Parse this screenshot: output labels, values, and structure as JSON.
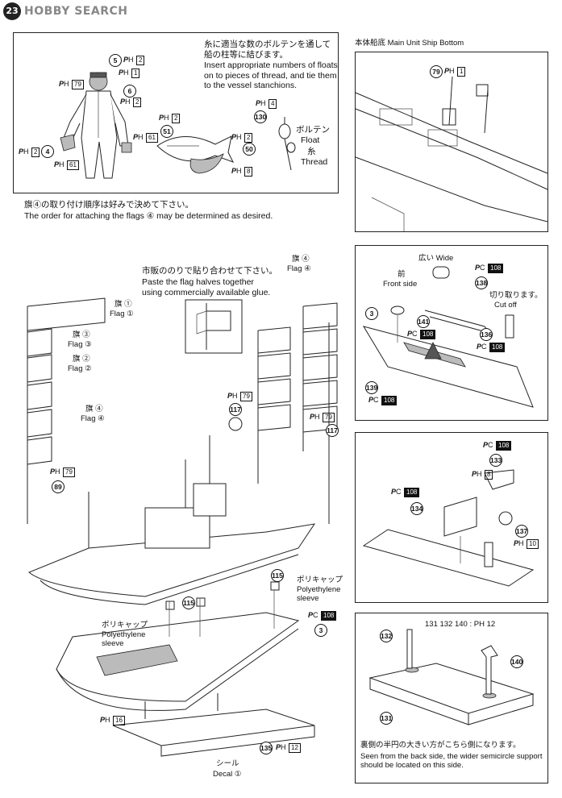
{
  "watermark": {
    "badge": "23",
    "text": "HOBBY SEARCH"
  },
  "figure_panel": {
    "note_ja": "糸に適当な数のボルテンを通して船の柱等に結びます。",
    "note_en": "Insert appropriate numbers of floats on to pieces of thread, and tie them to the vessel stanchions.",
    "float_label_ja": "ボルテン",
    "float_label_en": "Float",
    "thread_label_ja": "糸",
    "thread_label_en": "Thread",
    "parts": [
      "5",
      "6",
      "4",
      "51",
      "50",
      "130"
    ],
    "refs": [
      "PH 2",
      "PH 1",
      "PH 79",
      "PH 2",
      "PH 61",
      "PH 2",
      "PH 61",
      "PH 2",
      "PH 8",
      "PH 4",
      "PH 2"
    ]
  },
  "flag_note": {
    "ja": "旗④の取り付け順序は好みで決めて下さい。",
    "en": "The order for attaching the flags ④ may be determined as desired."
  },
  "main_assembly": {
    "glue_note_ja": "市販ののりで貼り合わせて下さい。",
    "glue_note_en": "Paste the flag halves together using commercially available glue.",
    "flag1_ja": "旗 ①",
    "flag1_en": "Flag ①",
    "flag3_ja": "旗 ③",
    "flag3_en": "Flag ③",
    "flag2_ja": "旗 ②",
    "flag2_en": "Flag ②",
    "flag4a_ja": "旗 ④",
    "flag4a_en": "Flag ④",
    "flag4b_ja": "旗 ④",
    "flag4b_en": "Flag ④",
    "polycap_a_ja": "ポリキャップ",
    "polycap_a_en": "Polyethylene sleeve",
    "polycap_b_ja": "ポリキャップ",
    "polycap_b_en": "Polyethylene sleeve",
    "decal_ja": "シール",
    "decal_en": "Decal ①",
    "parts": [
      "89",
      "117",
      "117",
      "115",
      "115",
      "3",
      "135"
    ],
    "refs": [
      "PH 79",
      "PH 79",
      "PH 79",
      "PC 108",
      "PH 16",
      "PH 12"
    ]
  },
  "right_panel_1": {
    "title_ja": "本体船底",
    "title_en": "Main Unit Ship Bottom",
    "parts": [
      "79"
    ],
    "refs": [
      "PH 1"
    ]
  },
  "right_panel_2": {
    "wide_ja": "広い",
    "wide_en": "Wide",
    "front_ja": "前",
    "front_en": "Front side",
    "cutoff_ja": "切り取ります。",
    "cutoff_en": "Cut off",
    "parts": [
      "138",
      "3",
      "141",
      "136",
      "139"
    ],
    "refs": [
      "PC 108",
      "PC 108",
      "PC 108",
      "PC 108"
    ]
  },
  "right_panel_3": {
    "parts": [
      "133",
      "134",
      "137"
    ],
    "refs": [
      "PC 108",
      "PH 8",
      "PC 108",
      "PH 10"
    ]
  },
  "right_panel_4": {
    "header": "131  132  140 : PH 12",
    "parts": [
      "132",
      "140",
      "131"
    ],
    "note_ja": "裏側の半円の大きい方がこちら側になります。",
    "note_en": "Seen from the back side, the wider semicircle support should be located on this side."
  }
}
